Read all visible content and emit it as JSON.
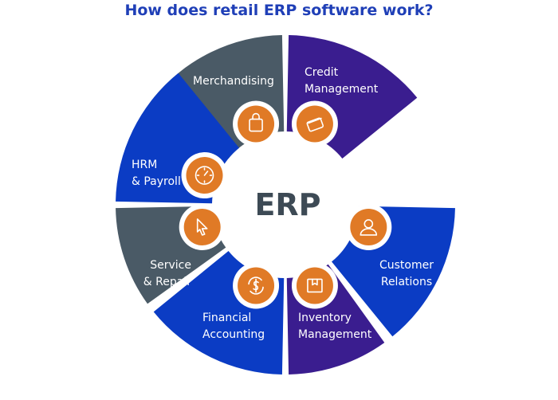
{
  "title": "How does retail ERP software work?",
  "center": {
    "label": "ERP",
    "color": "#3d4a55"
  },
  "colors": {
    "slate": "#4a5a66",
    "blue": "#0b3cc4",
    "purple": "#3a1d8f",
    "icon_fill": "#e07a26"
  },
  "segments": [
    {
      "id": "merchandising",
      "lines": [
        "Merchandising"
      ],
      "color": "slate",
      "icon": "shopping-bag-icon"
    },
    {
      "id": "credit-management",
      "lines": [
        "Credit",
        "Management"
      ],
      "color": "purple",
      "icon": "credit-card-icon"
    },
    {
      "id": "customer-relations",
      "lines": [
        "Customer",
        "Relations"
      ],
      "color": "blue",
      "icon": "customer-icon"
    },
    {
      "id": "inventory-management",
      "lines": [
        "Inventory",
        "Management"
      ],
      "color": "purple",
      "icon": "box-icon"
    },
    {
      "id": "financial-accounting",
      "lines": [
        "Financial",
        "Accounting"
      ],
      "color": "blue",
      "icon": "dollar-cycle-icon"
    },
    {
      "id": "service-repair",
      "lines": [
        "Service",
        "& Repair"
      ],
      "color": "slate",
      "icon": "cursor-icon"
    },
    {
      "id": "hrm-payroll",
      "lines": [
        "HRM",
        "& Payroll"
      ],
      "color": "blue",
      "icon": "clock-icon"
    }
  ]
}
